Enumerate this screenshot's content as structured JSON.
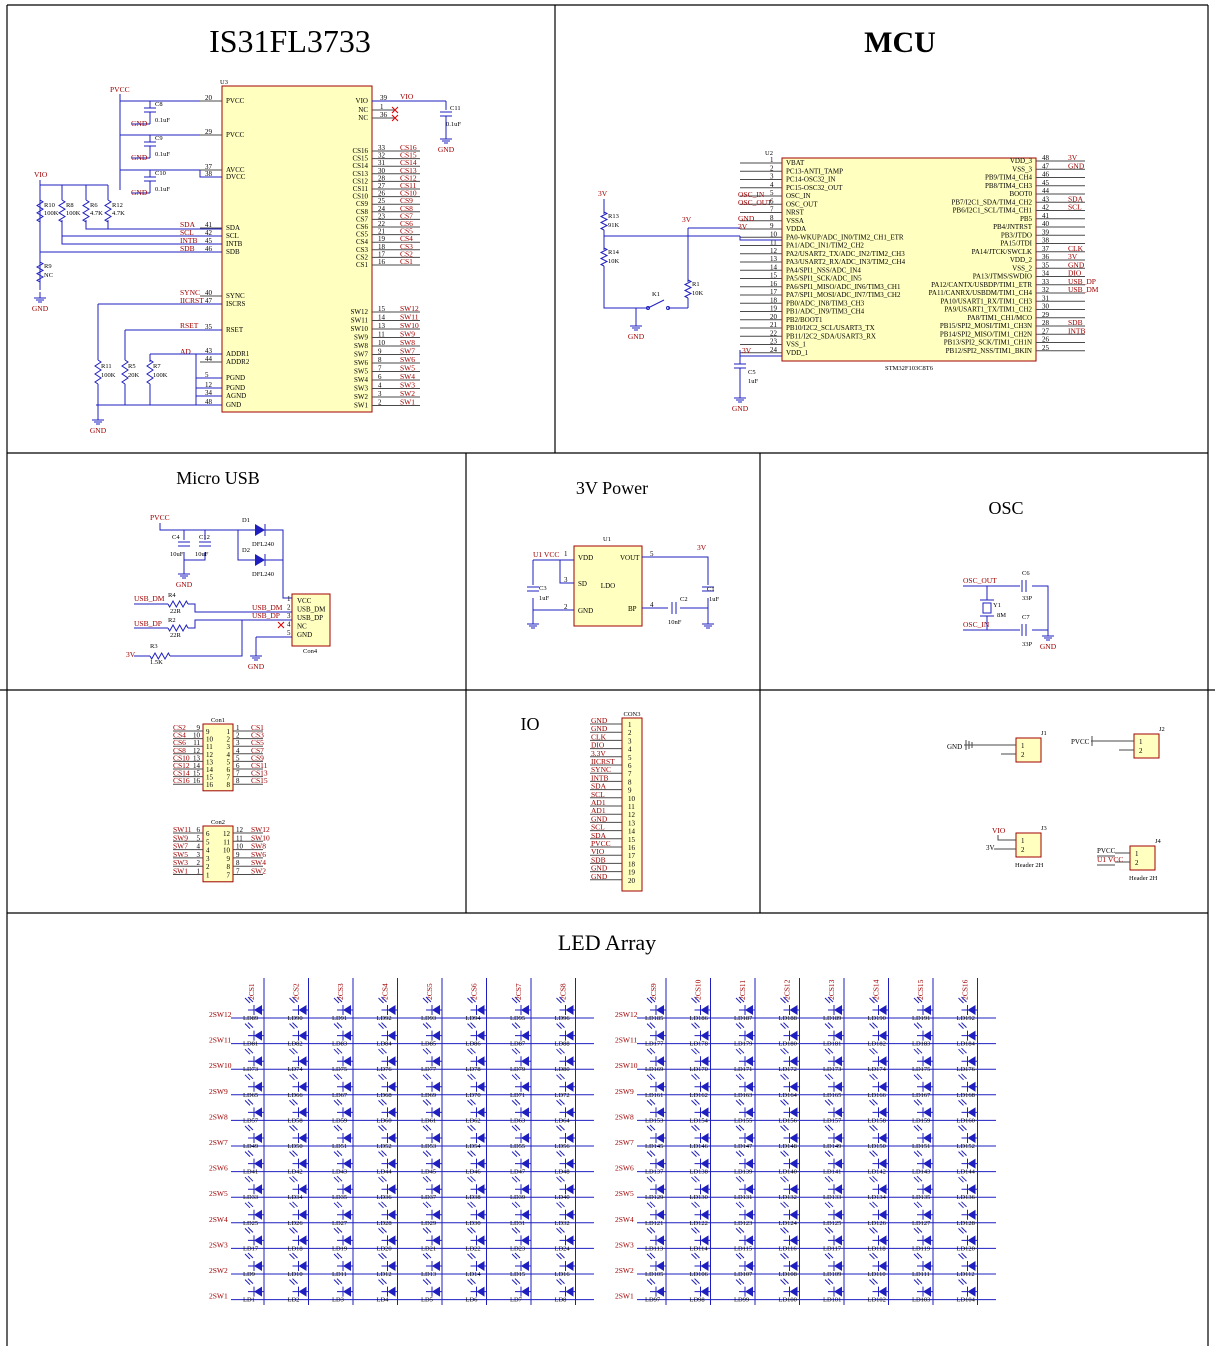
{
  "sections": {
    "is31": "IS31FL3733",
    "mcu": "MCU",
    "usb": "Micro USB",
    "power": "3V Power",
    "osc": "OSC",
    "io": "IO",
    "led": "LED Array"
  },
  "colors": {
    "wire": "#1f1fbf",
    "net": "#a00000",
    "chip_fill": "#ffffc0"
  },
  "is31": {
    "ref": "U3",
    "left_pins": [
      {
        "num": "20",
        "name": "PVCC"
      },
      {
        "num": "29",
        "name": "PVCC"
      },
      {
        "num": "37",
        "name": "AVCC"
      },
      {
        "num": "38",
        "name": "DVCC"
      },
      {
        "num": "41",
        "name": "SDA"
      },
      {
        "num": "42",
        "name": "SCL"
      },
      {
        "num": "45",
        "name": "INTB"
      },
      {
        "num": "46",
        "name": "SDB"
      },
      {
        "num": "40",
        "name": "SYNC"
      },
      {
        "num": "47",
        "name": "ISCRS"
      },
      {
        "num": "35",
        "name": "RSET"
      },
      {
        "num": "43",
        "name": "ADDR1"
      },
      {
        "num": "44",
        "name": "ADDR2"
      },
      {
        "num": "5",
        "name": "PGND"
      },
      {
        "num": "12",
        "name": "PGND"
      },
      {
        "num": "34",
        "name": "AGND"
      },
      {
        "num": "48",
        "name": "GND"
      }
    ],
    "right_top": [
      {
        "num": "39",
        "name": "VIO"
      },
      {
        "num": "1",
        "name": "NC"
      },
      {
        "num": "36",
        "name": "NC"
      }
    ],
    "cs_pins": [
      {
        "num": "33",
        "name": "CS16"
      },
      {
        "num": "32",
        "name": "CS15"
      },
      {
        "num": "31",
        "name": "CS14"
      },
      {
        "num": "30",
        "name": "CS13"
      },
      {
        "num": "28",
        "name": "CS12"
      },
      {
        "num": "27",
        "name": "CS11"
      },
      {
        "num": "26",
        "name": "CS10"
      },
      {
        "num": "25",
        "name": "CS9"
      },
      {
        "num": "24",
        "name": "CS8"
      },
      {
        "num": "23",
        "name": "CS7"
      },
      {
        "num": "22",
        "name": "CS6"
      },
      {
        "num": "21",
        "name": "CS5"
      },
      {
        "num": "19",
        "name": "CS4"
      },
      {
        "num": "18",
        "name": "CS3"
      },
      {
        "num": "17",
        "name": "CS2"
      },
      {
        "num": "16",
        "name": "CS1"
      }
    ],
    "sw_pins": [
      {
        "num": "15",
        "name": "SW12"
      },
      {
        "num": "14",
        "name": "SW11"
      },
      {
        "num": "13",
        "name": "SW10"
      },
      {
        "num": "11",
        "name": "SW9"
      },
      {
        "num": "10",
        "name": "SW8"
      },
      {
        "num": "9",
        "name": "SW7"
      },
      {
        "num": "8",
        "name": "SW6"
      },
      {
        "num": "7",
        "name": "SW5"
      },
      {
        "num": "6",
        "name": "SW4"
      },
      {
        "num": "4",
        "name": "SW3"
      },
      {
        "num": "3",
        "name": "SW2"
      },
      {
        "num": "2",
        "name": "SW1"
      }
    ],
    "caps": [
      {
        "ref": "C8",
        "val": "0.1uF"
      },
      {
        "ref": "C9",
        "val": "0.1uF"
      },
      {
        "ref": "C10",
        "val": "0.1uF"
      },
      {
        "ref": "C11",
        "val": "0.1uF"
      }
    ],
    "resistors": [
      {
        "ref": "R10",
        "val": "100K"
      },
      {
        "ref": "R8",
        "val": "100K"
      },
      {
        "ref": "R6",
        "val": "4.7K"
      },
      {
        "ref": "R12",
        "val": "4.7K"
      },
      {
        "ref": "R9",
        "val": "NC"
      },
      {
        "ref": "R11",
        "val": "100K"
      },
      {
        "ref": "R5",
        "val": "20K"
      },
      {
        "ref": "R7",
        "val": "100K"
      }
    ],
    "nets": {
      "pvcc": "PVCC",
      "vio": "VIO",
      "gnd": "GND",
      "sda": "SDA",
      "scl": "SCL",
      "intb": "INTB",
      "sdb": "SDB",
      "sync": "SYNC",
      "iicrst": "IICRST",
      "rset": "RSET",
      "ad": "AD"
    }
  },
  "mcu": {
    "ref": "U2",
    "part": "STM32F103C8T6",
    "left_pins": [
      {
        "num": "1",
        "name": "VBAT"
      },
      {
        "num": "2",
        "name": "PC13-ANTI_TAMP"
      },
      {
        "num": "3",
        "name": "PC14-OSC32_IN"
      },
      {
        "num": "4",
        "name": "PC15-OSC32_OUT"
      },
      {
        "num": "5",
        "name": "OSC_IN"
      },
      {
        "num": "6",
        "name": "OSC_OUT"
      },
      {
        "num": "7",
        "name": "NRST"
      },
      {
        "num": "8",
        "name": "VSSA"
      },
      {
        "num": "9",
        "name": "VDDA"
      },
      {
        "num": "10",
        "name": "PA0-WKUP/ADC_IN0/TIM2_CH1_ETR"
      },
      {
        "num": "11",
        "name": "PA1/ADC_IN1/TIM2_CH2"
      },
      {
        "num": "12",
        "name": "PA2/USART2_TX/ADC_IN2/TIM2_CH3"
      },
      {
        "num": "13",
        "name": "PA3/USART2_RX/ADC_IN3/TIM2_CH4"
      },
      {
        "num": "14",
        "name": "PA4/SPI1_NSS/ADC_IN4"
      },
      {
        "num": "15",
        "name": "PA5/SPI1_SCK/ADC_IN5"
      },
      {
        "num": "16",
        "name": "PA6/SPI1_MISO/ADC_IN6/TIM3_CH1"
      },
      {
        "num": "17",
        "name": "PA7/SPI1_MOSI/ADC_IN7/TIM3_CH2"
      },
      {
        "num": "18",
        "name": "PB0/ADC_IN8/TIM3_CH3"
      },
      {
        "num": "19",
        "name": "PB1/ADC_IN9/TIM3_CH4"
      },
      {
        "num": "20",
        "name": "PB2/BOOT1"
      },
      {
        "num": "21",
        "name": "PB10/I2C2_SCL/USART3_TX"
      },
      {
        "num": "22",
        "name": "PB11/I2C2_SDA/USART3_RX"
      },
      {
        "num": "23",
        "name": "VSS_1"
      },
      {
        "num": "24",
        "name": "VDD_1"
      }
    ],
    "right_pins": [
      {
        "num": "48",
        "name": "VDD_3"
      },
      {
        "num": "47",
        "name": "VSS_3"
      },
      {
        "num": "46",
        "name": "PB9/TIM4_CH4"
      },
      {
        "num": "45",
        "name": "PB8/TIM4_CH3"
      },
      {
        "num": "44",
        "name": "BOOT0"
      },
      {
        "num": "43",
        "name": "PB7/I2C1_SDA/TIM4_CH2"
      },
      {
        "num": "42",
        "name": "PB6/I2C1_SCL/TIM4_CH1"
      },
      {
        "num": "41",
        "name": "PB5"
      },
      {
        "num": "40",
        "name": "PB4/JNTRST"
      },
      {
        "num": "39",
        "name": "PB3/JTDO"
      },
      {
        "num": "38",
        "name": "PA15/JTDI"
      },
      {
        "num": "37",
        "name": "PA14/JTCK/SWCLK"
      },
      {
        "num": "36",
        "name": "VDD_2"
      },
      {
        "num": "35",
        "name": "VSS_2"
      },
      {
        "num": "34",
        "name": "PA13/JTMS/SWDIO"
      },
      {
        "num": "33",
        "name": "PA12/CANTX/USBDP/TIM1_ETR"
      },
      {
        "num": "32",
        "name": "PA11/CANRX/USBDM/TIM1_CH4"
      },
      {
        "num": "31",
        "name": "PA10/USART1_RX/TIM1_CH3"
      },
      {
        "num": "30",
        "name": "PA9/USART1_TX/TIM1_CH2"
      },
      {
        "num": "29",
        "name": "PA8/TIM1_CH1/MCO"
      },
      {
        "num": "28",
        "name": "PB15/SPI2_MOSI/TIM1_CH3N"
      },
      {
        "num": "27",
        "name": "PB14/SPI2_MISO/TIM1_CH2N"
      },
      {
        "num": "26",
        "name": "PB13/SPI2_SCK/TIM1_CH1N"
      },
      {
        "num": "25",
        "name": "PB12/SPI2_NSS/TIM1_BKIN"
      }
    ],
    "right_nets": [
      "3V",
      "GND",
      "",
      "",
      "",
      "SDA",
      "SCL",
      "",
      "",
      "",
      "",
      "CLK",
      "3V",
      "GND",
      "DIO",
      "USB_DP",
      "USB_DM",
      "",
      "",
      "",
      "SDB",
      "INTB",
      "",
      ""
    ],
    "left_nets": {
      "osc_in": "OSC_IN",
      "osc_out": "OSC_OUT",
      "gnd": "GND",
      "v3": "3V"
    },
    "parts": [
      {
        "ref": "R13",
        "val": "91K"
      },
      {
        "ref": "R14",
        "val": "10K"
      },
      {
        "ref": "R1",
        "val": "10K"
      },
      {
        "ref": "K1",
        "val": ""
      },
      {
        "ref": "C5",
        "val": "1uF"
      }
    ],
    "nets": {
      "v3": "3V",
      "gnd": "GND"
    }
  },
  "usb": {
    "diodes": [
      {
        "ref": "D1",
        "val": "DFL240"
      },
      {
        "ref": "D2",
        "val": "DFL240"
      }
    ],
    "caps": [
      {
        "ref": "C4",
        "val": "10uF"
      },
      {
        "ref": "C12",
        "val": "10uF"
      }
    ],
    "res": [
      {
        "ref": "R4",
        "val": "22R"
      },
      {
        "ref": "R2",
        "val": "22R"
      },
      {
        "ref": "R3",
        "val": "1.5K"
      }
    ],
    "conn": {
      "ref": "Con4",
      "pins": [
        "VCC",
        "USB_DM",
        "USB_DP",
        "NC",
        "GND"
      ],
      "nums": [
        "1",
        "2",
        "3",
        "4",
        "5"
      ]
    },
    "nets": {
      "pvcc": "PVCC",
      "gnd": "GND",
      "usb_dm": "USB_DM",
      "usb_dp": "USB_DP",
      "v3": "3V"
    }
  },
  "power": {
    "ref": "U1",
    "chip": "LDO",
    "pins": [
      {
        "num": "1",
        "name": "VDD"
      },
      {
        "num": "3",
        "name": "SD"
      },
      {
        "num": "2",
        "name": "GND"
      },
      {
        "num": "5",
        "name": "VOUT"
      },
      {
        "num": "4",
        "name": "BP"
      }
    ],
    "caps": [
      {
        "ref": "C3",
        "val": "1uF"
      },
      {
        "ref": "C2",
        "val": "10nF"
      },
      {
        "ref": "C1",
        "val": "1uF"
      }
    ],
    "nets": {
      "u1vcc": "U1 VCC",
      "v3": "3V"
    }
  },
  "osc": {
    "caps": [
      {
        "ref": "C6",
        "val": "33P"
      },
      {
        "ref": "C7",
        "val": "33P"
      }
    ],
    "xtal": {
      "ref": "Y1",
      "val": "8M"
    },
    "nets": {
      "osc_out": "OSC_OUT",
      "osc_in": "OSC_IN",
      "gnd": "GND"
    }
  },
  "con1": {
    "ref": "Con1",
    "rows": [
      {
        "ln": "CS2",
        "lp": "9",
        "a": "9",
        "b": "1",
        "rp": "1",
        "rn": "CS1"
      },
      {
        "ln": "CS4",
        "lp": "10",
        "a": "10",
        "b": "2",
        "rp": "2",
        "rn": "CS3"
      },
      {
        "ln": "CS6",
        "lp": "11",
        "a": "11",
        "b": "3",
        "rp": "3",
        "rn": "CS5"
      },
      {
        "ln": "CS8",
        "lp": "12",
        "a": "12",
        "b": "4",
        "rp": "4",
        "rn": "CS7"
      },
      {
        "ln": "CS10",
        "lp": "13",
        "a": "13",
        "b": "5",
        "rp": "5",
        "rn": "CS9"
      },
      {
        "ln": "CS12",
        "lp": "14",
        "a": "14",
        "b": "6",
        "rp": "6",
        "rn": "CS11"
      },
      {
        "ln": "CS14",
        "lp": "15",
        "a": "15",
        "b": "7",
        "rp": "7",
        "rn": "CS13"
      },
      {
        "ln": "CS16",
        "lp": "16",
        "a": "16",
        "b": "8",
        "rp": "8",
        "rn": "CS15"
      }
    ]
  },
  "con2": {
    "ref": "Con2",
    "rows": [
      {
        "ln": "SW11",
        "lp": "6",
        "a": "6",
        "b": "12",
        "rp": "12",
        "rn": "SW12"
      },
      {
        "ln": "SW9",
        "lp": "5",
        "a": "5",
        "b": "11",
        "rp": "11",
        "rn": "SW10"
      },
      {
        "ln": "SW7",
        "lp": "4",
        "a": "4",
        "b": "10",
        "rp": "10",
        "rn": "SW8"
      },
      {
        "ln": "SW5",
        "lp": "3",
        "a": "3",
        "b": "9",
        "rp": "9",
        "rn": "SW6"
      },
      {
        "ln": "SW3",
        "lp": "2",
        "a": "2",
        "b": "8",
        "rp": "8",
        "rn": "SW4"
      },
      {
        "ln": "SW1",
        "lp": "1",
        "a": "1",
        "b": "7",
        "rp": "7",
        "rn": "SW2"
      }
    ]
  },
  "io": {
    "ref": "CON3",
    "nets": [
      "GND",
      "GND",
      "CLK",
      "DIO",
      "3.3V",
      "IICRST",
      "SYNC",
      "INTB",
      "SDA",
      "SCL",
      "AD1",
      "AD1",
      "GND",
      "SCL",
      "SDA",
      "PVCC",
      "VIO",
      "SDB",
      "GND",
      "GND"
    ],
    "nums": [
      "1",
      "2",
      "3",
      "4",
      "5",
      "6",
      "7",
      "8",
      "9",
      "10",
      "11",
      "12",
      "13",
      "14",
      "15",
      "16",
      "17",
      "18",
      "19",
      "20"
    ]
  },
  "headers": [
    {
      "ref": "J1",
      "net": "GND",
      "pins": [
        "1",
        "2"
      ],
      "label": ""
    },
    {
      "ref": "J2",
      "net": "PVCC",
      "pins": [
        "1",
        "2"
      ],
      "label": ""
    },
    {
      "ref": "J3",
      "net": "VIO",
      "net2": "3V",
      "pins": [
        "1",
        "2"
      ],
      "label": "Header 2H"
    },
    {
      "ref": "J4",
      "net": "PVCC",
      "net2": "U1 VCC",
      "pins": [
        "1",
        "2"
      ],
      "label": "Header 2H"
    }
  ],
  "led_array": {
    "rows": [
      "2SW12",
      "2SW11",
      "2SW10",
      "2SW9",
      "2SW8",
      "2SW7",
      "2SW6",
      "2SW5",
      "2SW4",
      "2SW3",
      "2SW2",
      "2SW1"
    ],
    "left_cols": [
      "2CS1",
      "2CS2",
      "2CS3",
      "2CS4",
      "2CS5",
      "2CS6",
      "2CS7",
      "2CS8"
    ],
    "right_cols": [
      "2CS9",
      "2CS10",
      "2CS11",
      "2CS12",
      "2CS13",
      "2CS14",
      "2CS15",
      "2CS16"
    ],
    "ref_prefix": "LD"
  }
}
